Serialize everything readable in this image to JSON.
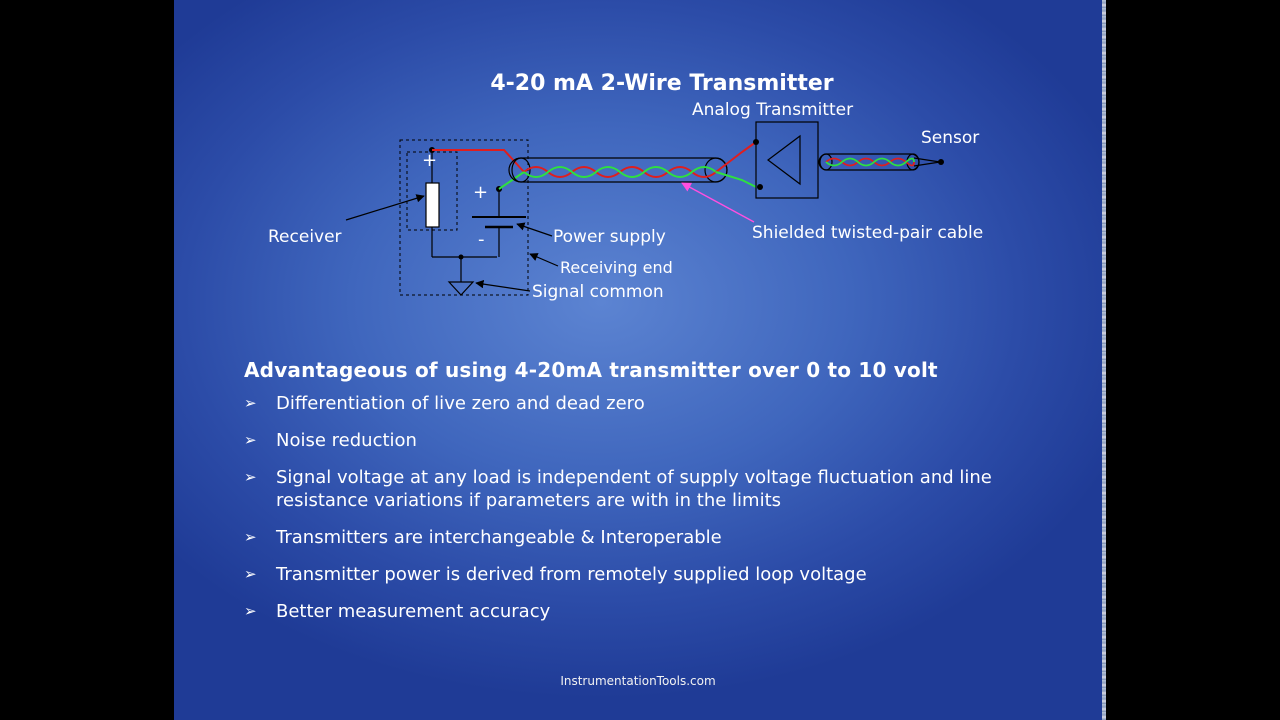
{
  "slide": {
    "title": "4-20 mA 2-Wire Transmitter",
    "footer": "InstrumentationTools.com"
  },
  "diagram": {
    "labels": {
      "analog_transmitter": "Analog Transmitter",
      "sensor": "Sensor",
      "receiver": "Receiver",
      "power_supply": "Power supply",
      "receiving_end": "Receiving end",
      "signal_common": "Signal common",
      "shielded_cable": "Shielded twisted-pair cable",
      "plus_receiver": "+",
      "plus_supply": "+",
      "minus_supply": "-"
    },
    "colors": {
      "wire_red": "#e01e1e",
      "wire_green": "#2ee040",
      "pointer_magenta": "#ff4fe0",
      "line_black": "#000000"
    }
  },
  "advantages": {
    "heading": "Advantageous of using 4-20mA transmitter over 0 to 10 volt",
    "bullet_glyph": "➢",
    "items": [
      "Differentiation of live zero and dead zero",
      "Noise reduction",
      "Signal voltage at any load is independent of supply voltage fluctuation and line resistance  variations if parameters are with in the limits",
      "Transmitters are interchangeable & Interoperable",
      "Transmitter  power is derived from  remotely supplied loop voltage",
      "Better measurement   accuracy"
    ]
  }
}
